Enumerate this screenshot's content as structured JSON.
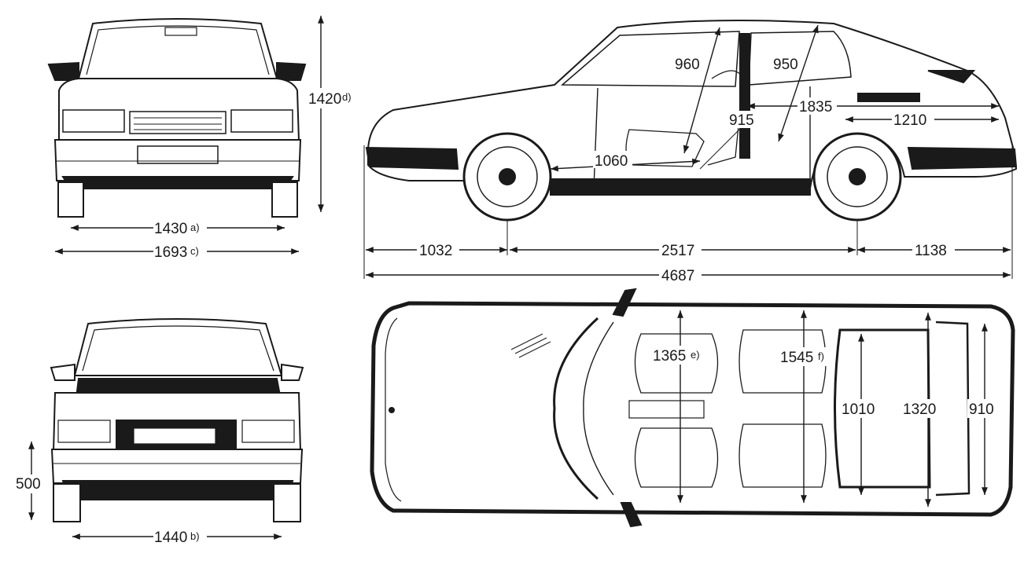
{
  "dimensions": {
    "height_roof": {
      "value": "1420",
      "suffix": "d)"
    },
    "front_track": {
      "value": "1430",
      "suffix": "a)"
    },
    "overall_width": {
      "value": "1693",
      "suffix": "c)"
    },
    "front_overhang": {
      "value": "1032"
    },
    "wheelbase": {
      "value": "2517"
    },
    "rear_overhang": {
      "value": "1138"
    },
    "overall_length": {
      "value": "4687"
    },
    "front_headroom": {
      "value": "960"
    },
    "rear_headroom": {
      "value": "950"
    },
    "interior_length": {
      "value": "1835"
    },
    "cargo_length": {
      "value": "1210"
    },
    "rear_seat_height": {
      "value": "915"
    },
    "front_legroom": {
      "value": "1060"
    },
    "front_shoulder": {
      "value": "1365",
      "suffix": "e)"
    },
    "rear_shoulder": {
      "value": "1545",
      "suffix": "f)"
    },
    "cargo_width_min": {
      "value": "1010"
    },
    "cargo_width_max": {
      "value": "1320"
    },
    "tailgate_width": {
      "value": "910"
    },
    "loading_height": {
      "value": "500"
    },
    "rear_track": {
      "value": "1440",
      "suffix": "b)"
    }
  },
  "colors": {
    "ink": "#1a1a1a",
    "paper": "#ffffff",
    "shade": "#555555"
  }
}
